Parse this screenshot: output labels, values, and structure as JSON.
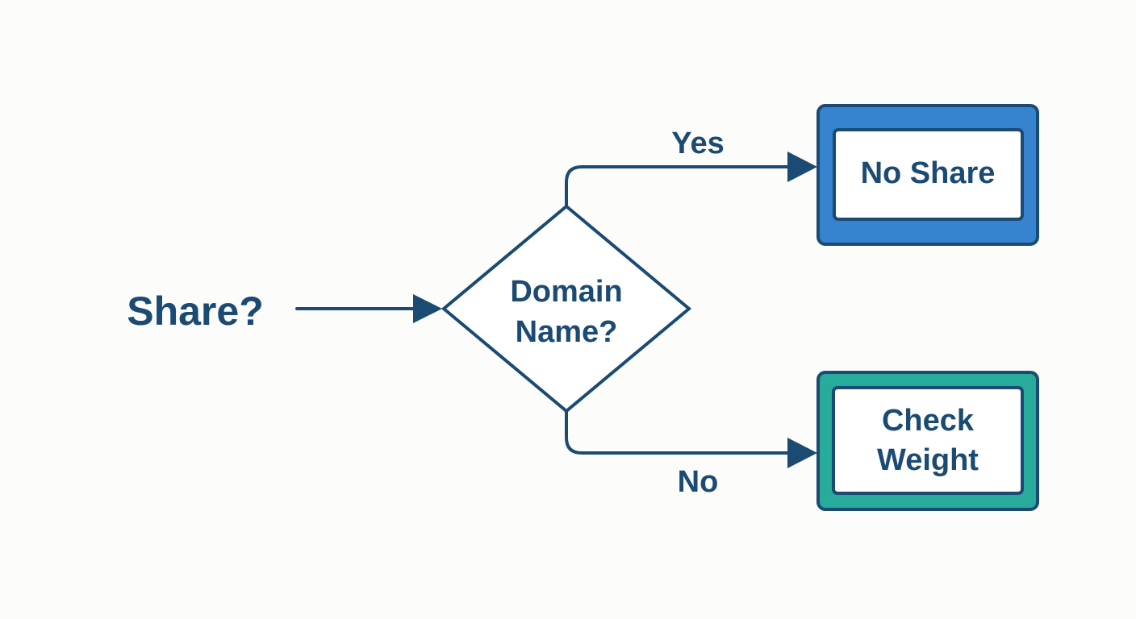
{
  "diagram": {
    "start_label": "Share?",
    "decision_label_line1": "Domain",
    "decision_label_line2": "Name?",
    "yes_label": "Yes",
    "no_label": "No",
    "yes_box_label": "No Share",
    "no_box_label_line1": "Check",
    "no_box_label_line2": "Weight"
  },
  "colors": {
    "ink": "#1b4a72",
    "yes_box_fill": "#3683cf",
    "no_box_fill": "#27ab9b",
    "inner_fill": "#ffffff",
    "background": "#fcfcfa"
  }
}
